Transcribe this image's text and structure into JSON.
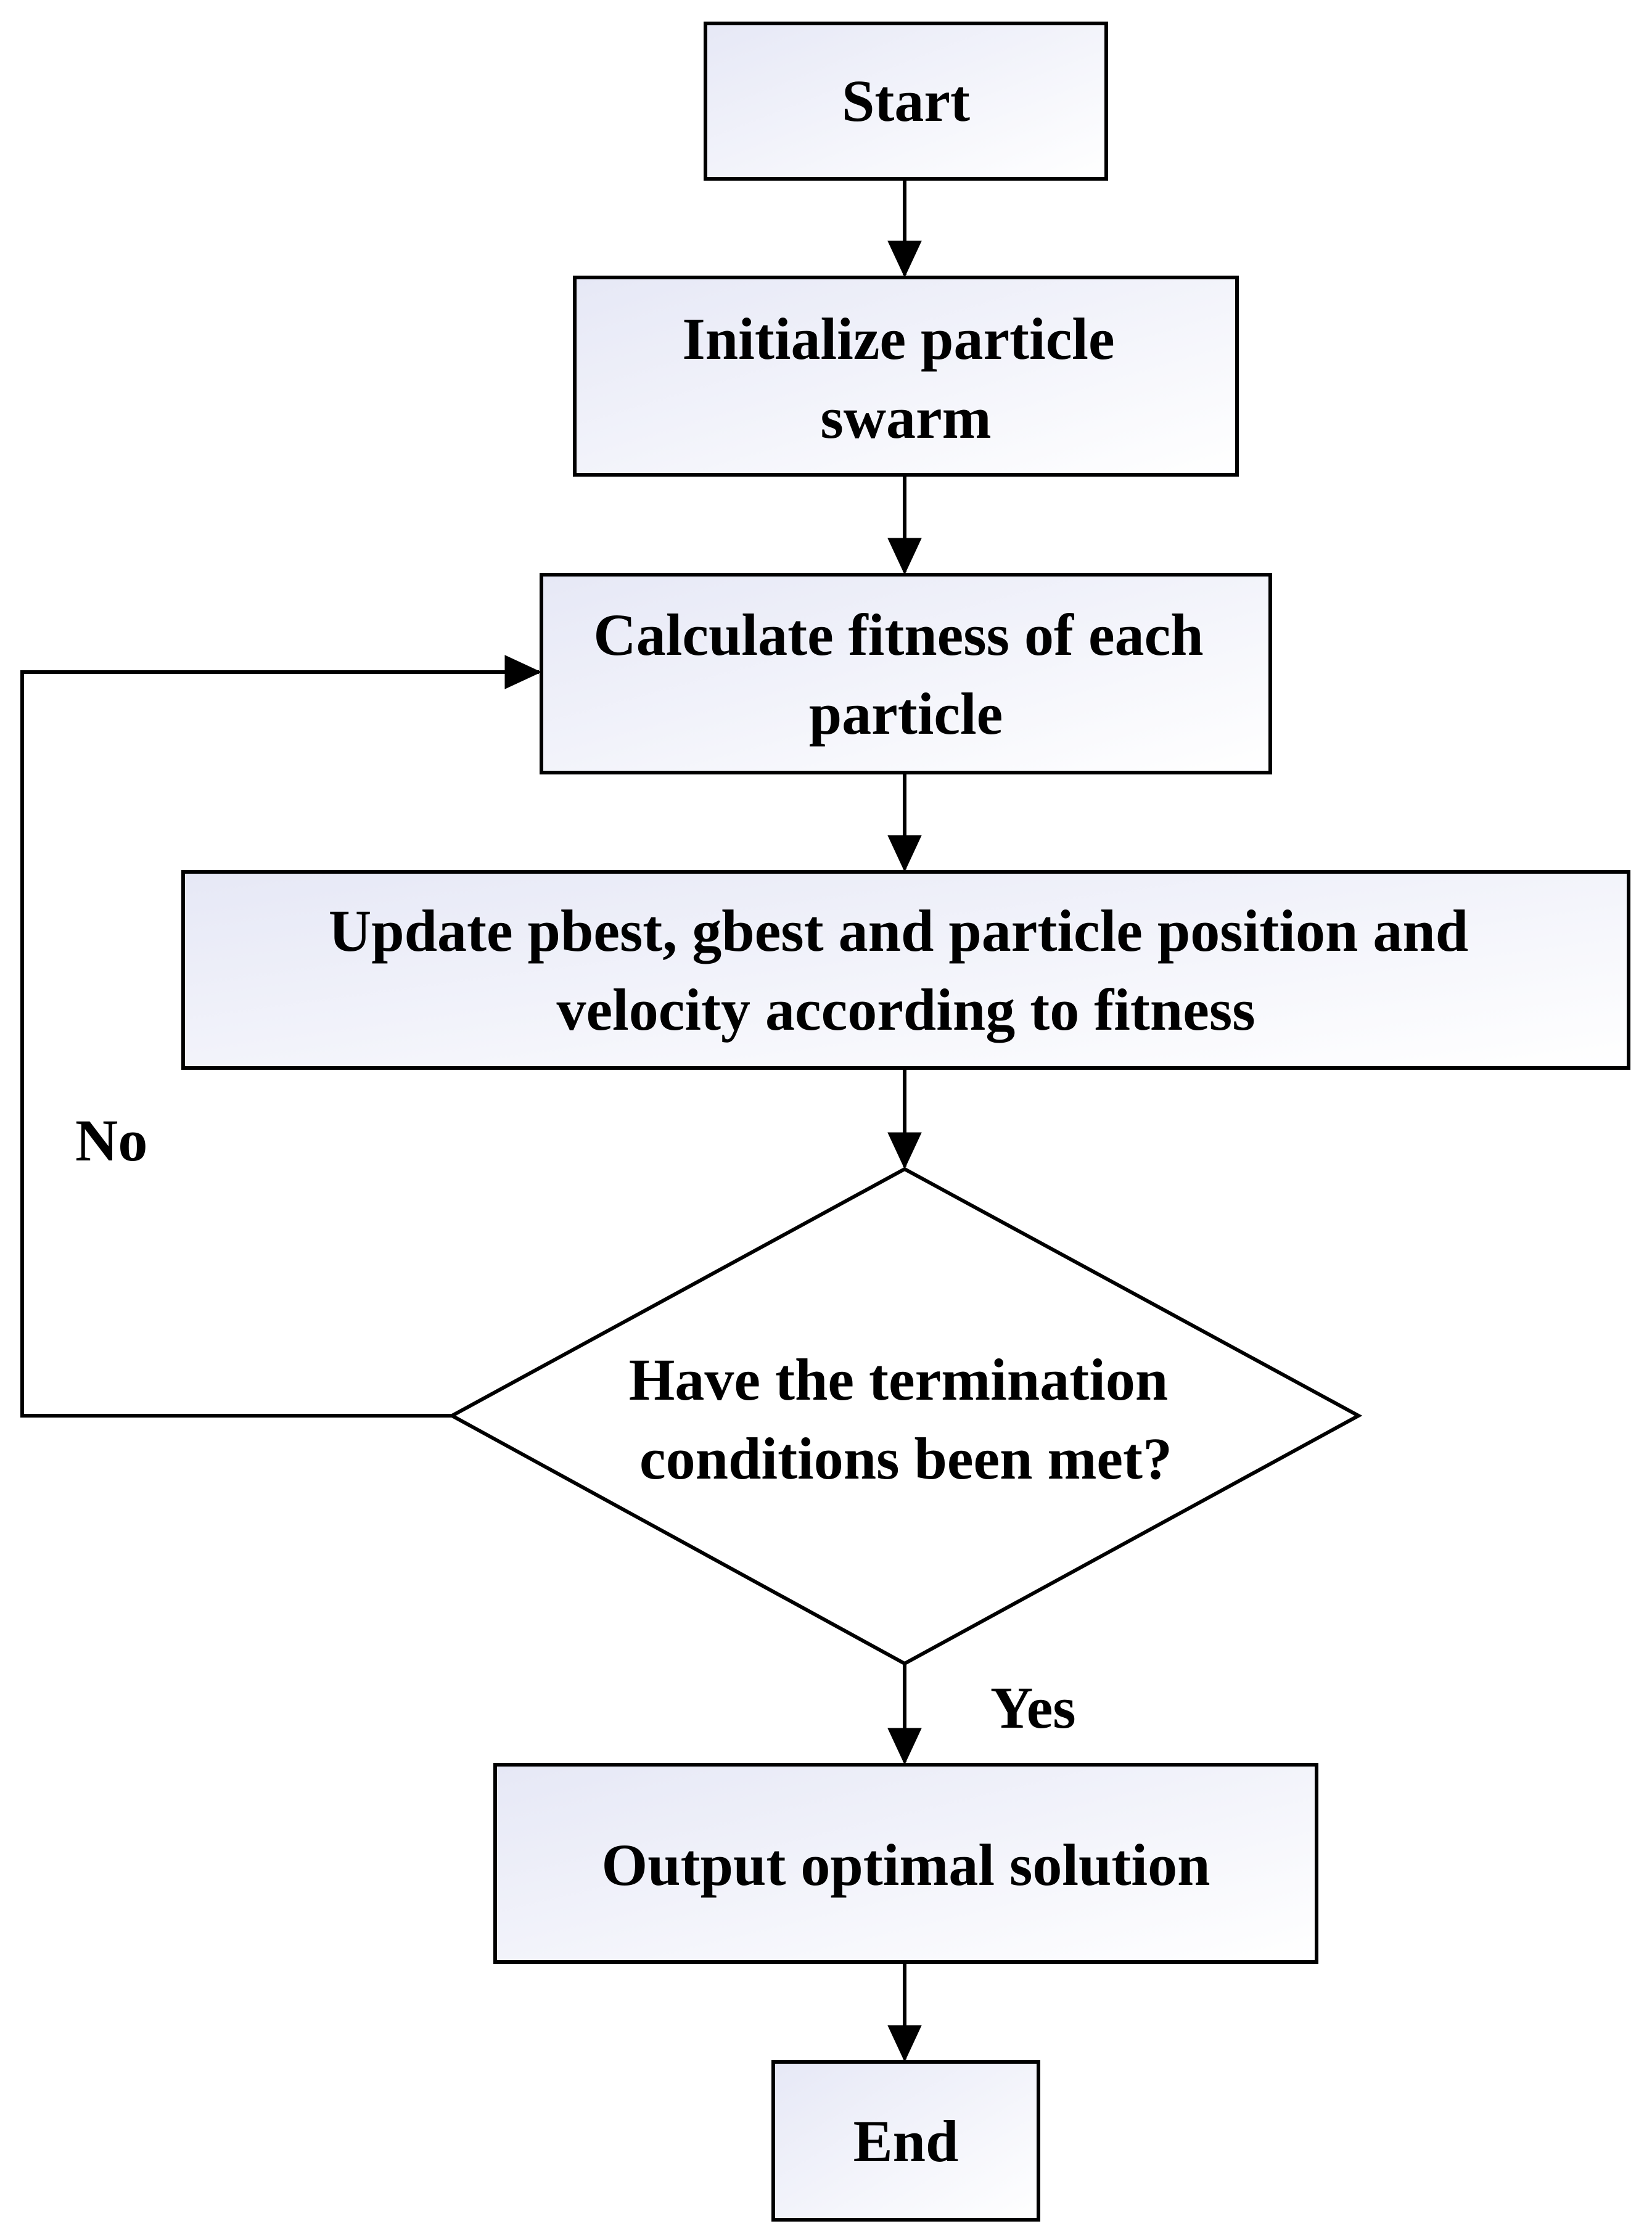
{
  "nodes": {
    "start": {
      "lines": [
        "Start"
      ]
    },
    "init": {
      "lines": [
        "Initialize particle",
        "swarm"
      ]
    },
    "fitness": {
      "lines": [
        "Calculate fitness of each",
        "particle"
      ]
    },
    "update": {
      "lines": [
        "Update pbest, gbest and particle position and",
        "velocity according to fitness"
      ]
    },
    "decision": {
      "lines": [
        "Have the termination",
        "conditions been met?"
      ]
    },
    "output": {
      "lines": [
        "Output optimal solution"
      ]
    },
    "end": {
      "lines": [
        "End"
      ]
    }
  },
  "edge_labels": {
    "no": "No",
    "yes": "Yes"
  },
  "colors": {
    "stroke": "#000000",
    "box_fill_start": "#e6e8f6",
    "box_fill_end": "#ffffff"
  }
}
